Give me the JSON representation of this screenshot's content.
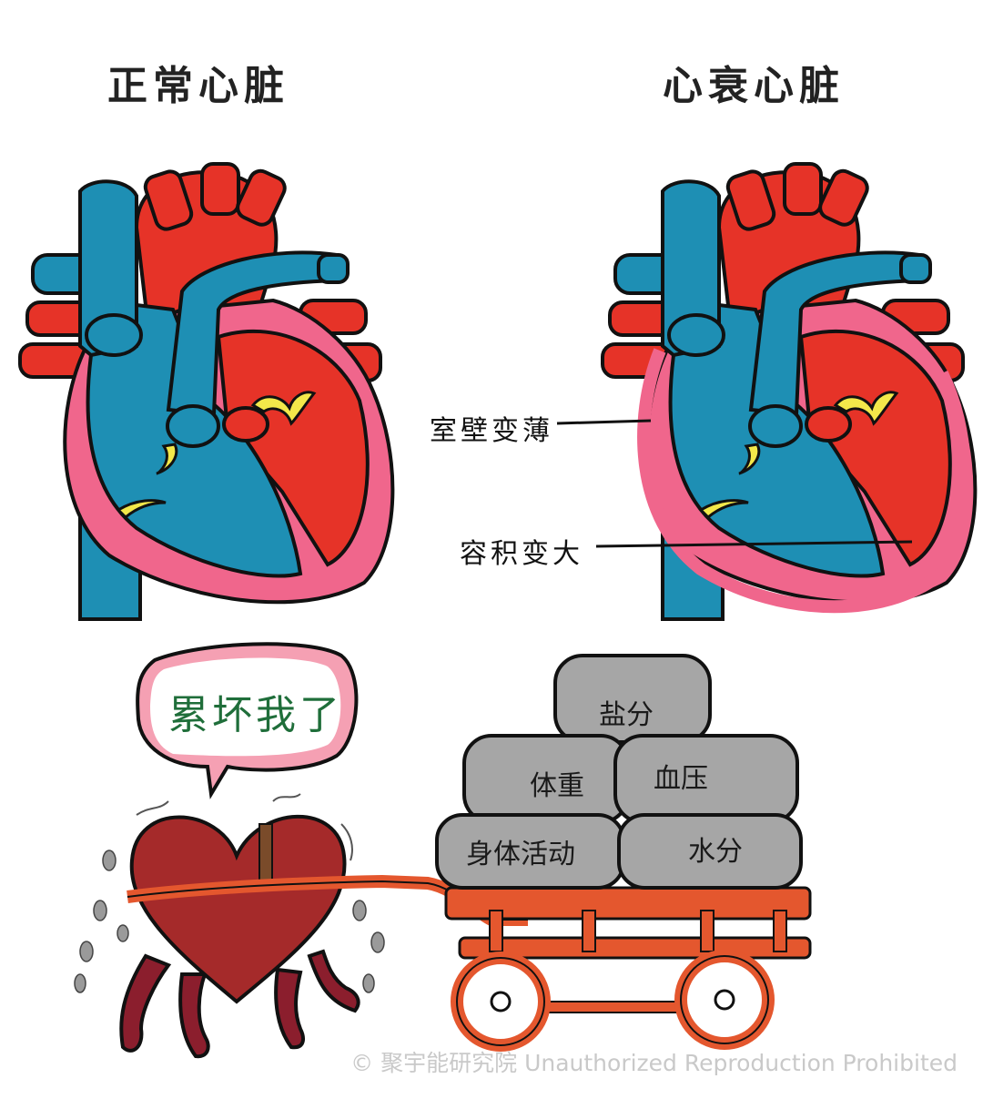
{
  "titles": {
    "normal_heart": "正常心脏",
    "failing_heart": "心衰心脏"
  },
  "callouts": {
    "wall_thinning": "室壁变薄",
    "volume_enlarged": "容积变大"
  },
  "bubble": {
    "text": "累坏我了"
  },
  "bags": {
    "salt": "盐分",
    "weight": "体重",
    "blood_pressure": "血压",
    "physical_activity": "身体活动",
    "water": "水分"
  },
  "watermark": "© 聚宇能研究院 Unauthorized Reproduction Prohibited",
  "colors": {
    "vein_blue": "#1e8fb4",
    "artery_red": "#e63328",
    "myocardium_pink": "#f0668c",
    "valve_yellow": "#f3e84a",
    "heart_maroon": "#a52a2a",
    "bag_gray": "#a6a6a6",
    "cart_orange": "#e4572e",
    "bubble_pink": "#f5a0b3"
  }
}
